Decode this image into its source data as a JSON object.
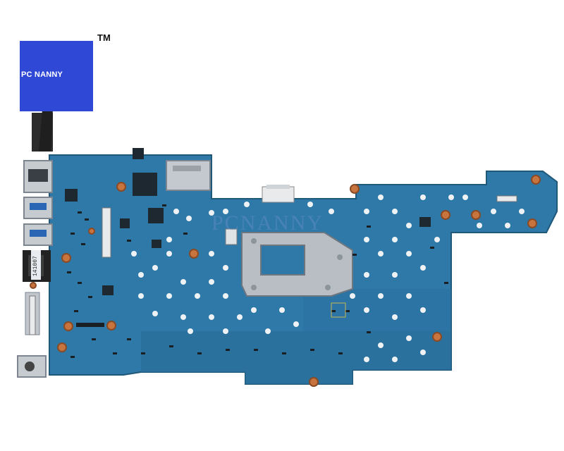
{
  "brand": {
    "logo_text": "PC NANNY",
    "trademark": "TM",
    "watermark": "PCNANNY"
  },
  "colors": {
    "board": "#2f79a8",
    "board_dark": "#225f86",
    "logo_blue": "#2f49d6",
    "pad_copper": "#c8743f",
    "metal": "#b8bec4"
  },
  "board_labels": {
    "sticker": "141007"
  }
}
